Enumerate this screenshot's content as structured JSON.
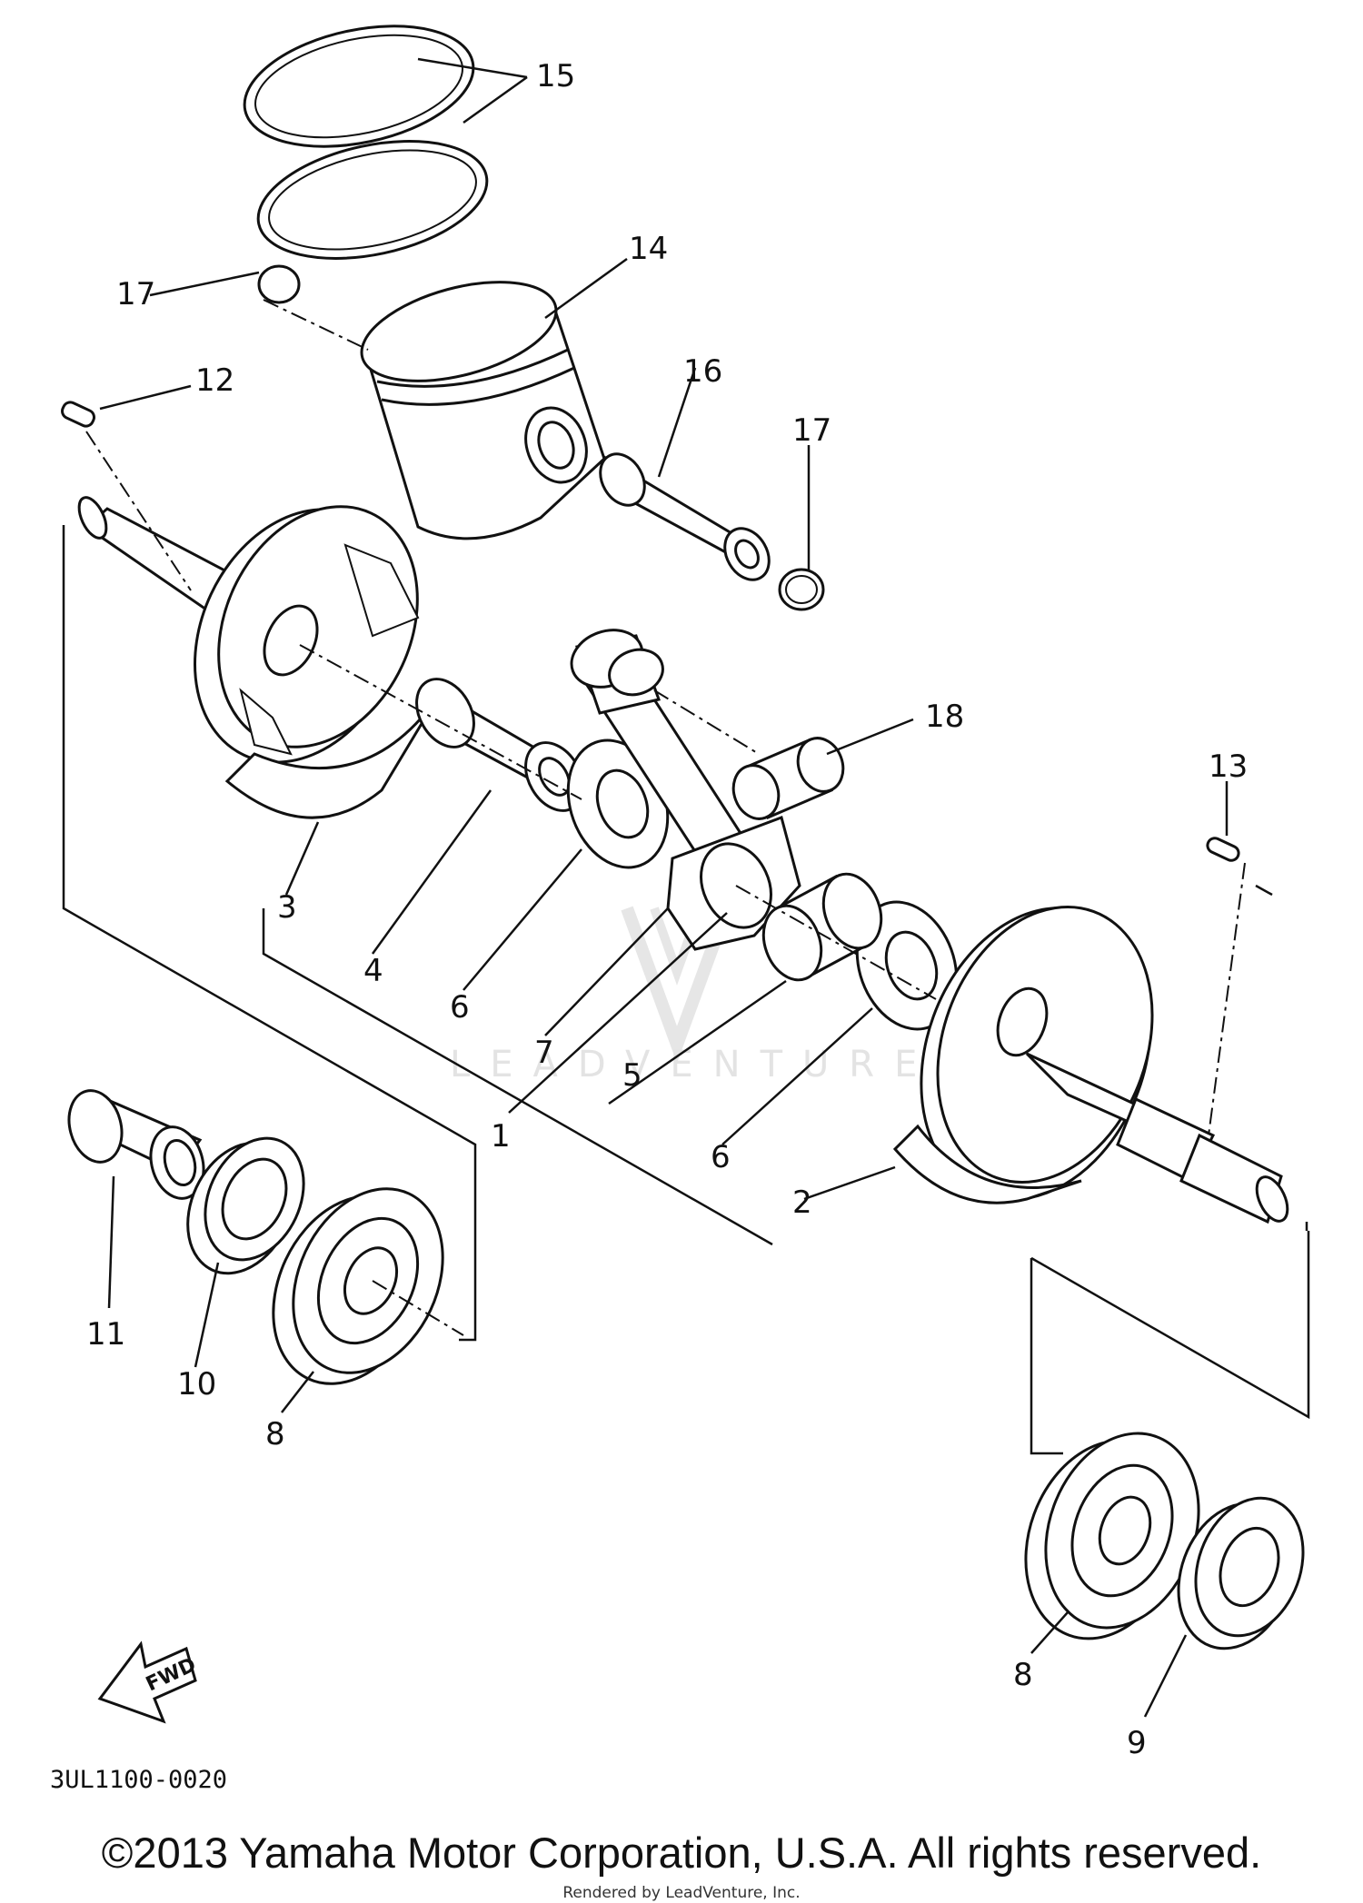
{
  "diagram": {
    "code": "3UL1100-0020",
    "watermark": "LEADVENTURE",
    "fwd_label": "FWD",
    "callouts": [
      "1",
      "2",
      "3",
      "4",
      "5",
      "6",
      "6",
      "7",
      "8",
      "8",
      "9",
      "10",
      "11",
      "12",
      "13",
      "14",
      "15",
      "16",
      "17",
      "17",
      "18"
    ]
  },
  "footer": {
    "copyright": "©2013 Yamaha Motor Corporation, U.S.A. All rights reserved.",
    "rendered_by": "Rendered by LeadVenture, Inc."
  }
}
